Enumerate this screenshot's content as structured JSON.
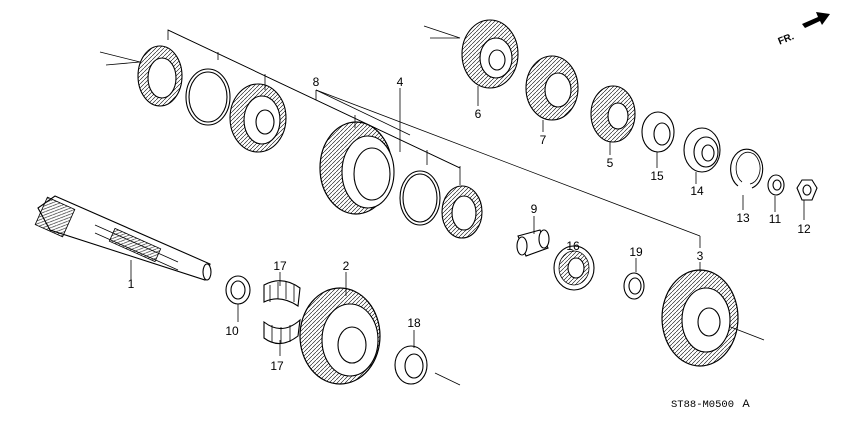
{
  "diagram": {
    "direction_label": "FR.",
    "code": "ST88-M0500",
    "code_suffix": "A",
    "callouts": [
      "1",
      "2",
      "3",
      "4",
      "5",
      "6",
      "7",
      "8",
      "9",
      "10",
      "11",
      "12",
      "13",
      "14",
      "15",
      "16",
      "17",
      "17",
      "18",
      "19"
    ]
  }
}
